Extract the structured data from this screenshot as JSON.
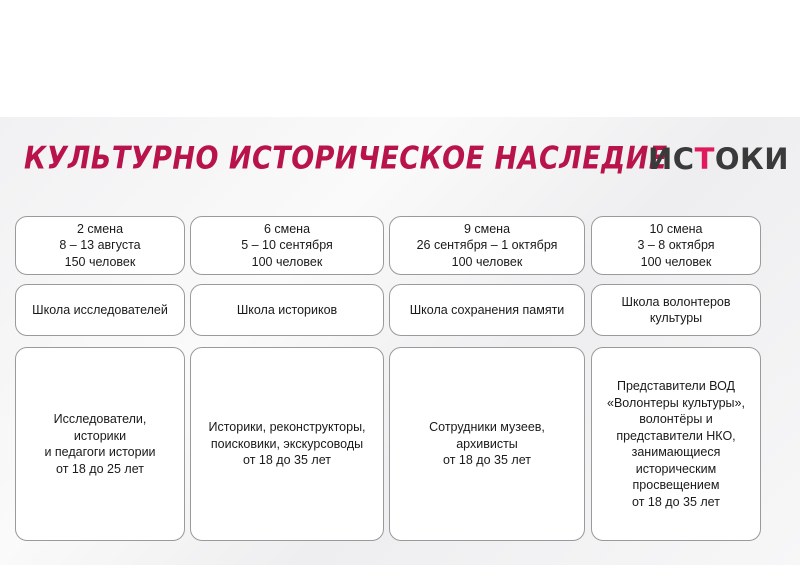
{
  "header": {
    "title": "КУЛЬТУРНО ИСТОРИЧЕСКОЕ  НАСЛЕДИЕ",
    "logo_prefix": "ИС",
    "logo_accent": "Т",
    "logo_suffix": "ОКИ"
  },
  "columns": [
    {
      "shift": "2 смена",
      "dates": "8 – 13 августа",
      "people": "150 человек",
      "school": [
        "Школа исследователей"
      ],
      "audience": [
        "Исследователи,",
        "историки",
        " и  педагоги истории",
        "от 18 до 25 лет"
      ]
    },
    {
      "shift": "6 смена",
      "dates": "5 – 10 сентября",
      "people": "100 человек",
      "school": [
        "Школа историков"
      ],
      "audience": [
        "Историки, реконструкторы,",
        "поисковики, экскурсоводы",
        "от 18 до 35 лет"
      ]
    },
    {
      "shift": "9 смена",
      "dates": "26 сентября – 1 октября",
      "people": "100 человек",
      "school": [
        "Школа сохранения памяти"
      ],
      "audience": [
        "Сотрудники музеев,",
        "архивисты",
        "от 18 до 35 лет"
      ]
    },
    {
      "shift": "10 смена",
      "dates": "3 – 8 октября",
      "people": "100 человек",
      "school": [
        "Школа волонтеров",
        "культуры"
      ],
      "audience": [
        "Представители ВОД",
        "«Волонтеры культуры»,",
        "волонтёры и",
        "представители НКО,",
        "занимающиеся",
        "историческим",
        "просвещением",
        "от 18 до 35 лет"
      ]
    }
  ]
}
